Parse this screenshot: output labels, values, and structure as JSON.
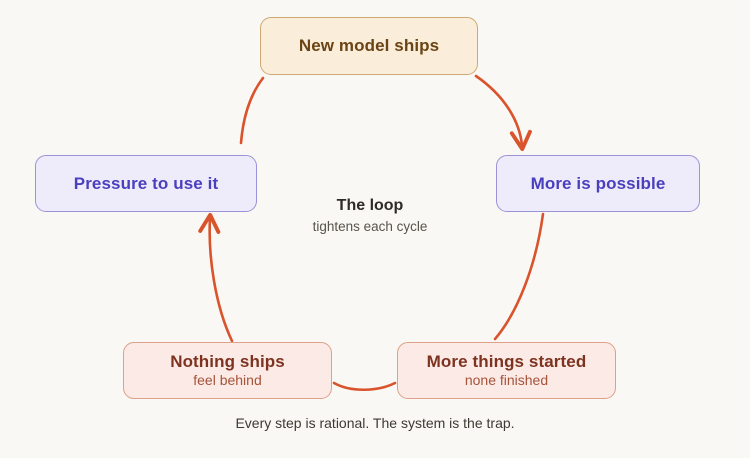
{
  "diagram": {
    "center": {
      "title": "The loop",
      "subtitle": "tightens each cycle"
    },
    "caption": "Every step is rational. The system is the trap.",
    "nodes": [
      {
        "id": "new-model",
        "title": "New model ships",
        "subtitle": "",
        "style": "cream"
      },
      {
        "id": "more-poss",
        "title": "More is possible",
        "subtitle": "",
        "style": "lavender"
      },
      {
        "id": "more-start",
        "title": "More things started",
        "subtitle": "none finished",
        "style": "rose"
      },
      {
        "id": "nothing",
        "title": "Nothing ships",
        "subtitle": "feel behind",
        "style": "rose"
      },
      {
        "id": "pressure",
        "title": "Pressure to use it",
        "subtitle": "",
        "style": "lavender"
      }
    ],
    "colors": {
      "background": "#faf8f4",
      "arrow": "#d9532c",
      "cream_fill": "#faedda",
      "cream_border": "#cfa973",
      "cream_text": "#6b4415",
      "lavender_fill": "#eeecfb",
      "lavender_border": "#9b93d8",
      "lavender_text": "#4a3fbd",
      "rose_fill": "#fbeae5",
      "rose_border": "#dda089",
      "rose_text": "#7d3320",
      "rose_subtext": "#a6533a"
    }
  }
}
